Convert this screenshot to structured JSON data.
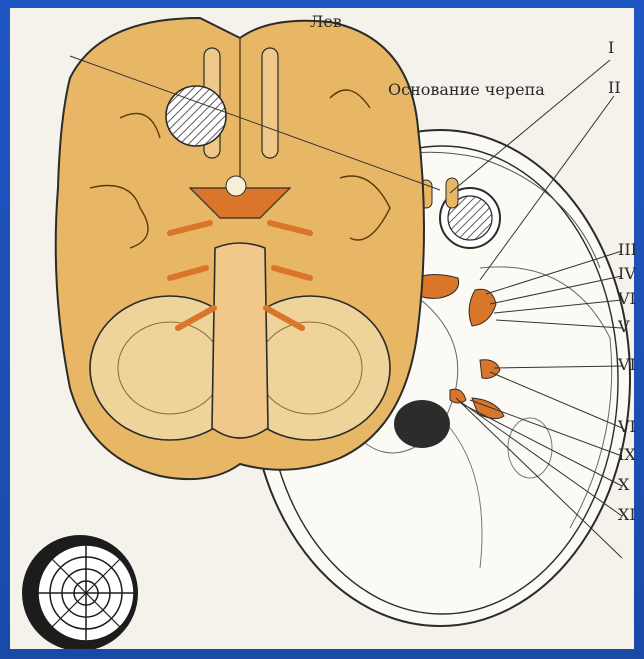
{
  "labels": {
    "left": "Лев.",
    "skull_base": "Основание черепа"
  },
  "nerves": [
    "I",
    "II",
    "III",
    "IV",
    "VI",
    "V",
    "VI",
    "VI",
    "IX",
    "X",
    "XI"
  ],
  "colors": {
    "frame": "#1a4aa8",
    "brain": "#e8b765",
    "brain_shadow": "#c98f3a",
    "nerve": "#d9762a",
    "outline": "#2b2b2b",
    "paper": "#f4f2ea"
  }
}
